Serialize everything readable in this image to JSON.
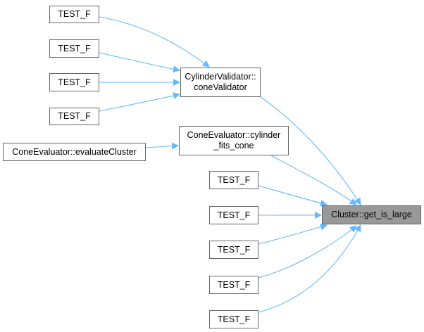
{
  "diagram": {
    "type": "call-graph",
    "edge_color": "#63b8ff",
    "focus_fill": "#999999",
    "nodes": {
      "t1": "TEST_F",
      "t2": "TEST_F",
      "t3": "TEST_F",
      "t4": "TEST_F",
      "eval": "ConeEvaluator::evaluateCluster",
      "cv": "CylinderValidator::\nconeValidator",
      "cf": "ConeEvaluator::cylinder\n_fits_cone",
      "t5": "TEST_F",
      "t6": "TEST_F",
      "t7": "TEST_F",
      "t8": "TEST_F",
      "t9": "TEST_F",
      "target": "Cluster::get_is_large"
    },
    "edges": [
      [
        "t1",
        "cv"
      ],
      [
        "t2",
        "cv"
      ],
      [
        "t3",
        "cv"
      ],
      [
        "t4",
        "cv"
      ],
      [
        "eval",
        "cf"
      ],
      [
        "cv",
        "target"
      ],
      [
        "cf",
        "target"
      ],
      [
        "t5",
        "target"
      ],
      [
        "t6",
        "target"
      ],
      [
        "t7",
        "target"
      ],
      [
        "t8",
        "target"
      ],
      [
        "t9",
        "target"
      ]
    ]
  }
}
